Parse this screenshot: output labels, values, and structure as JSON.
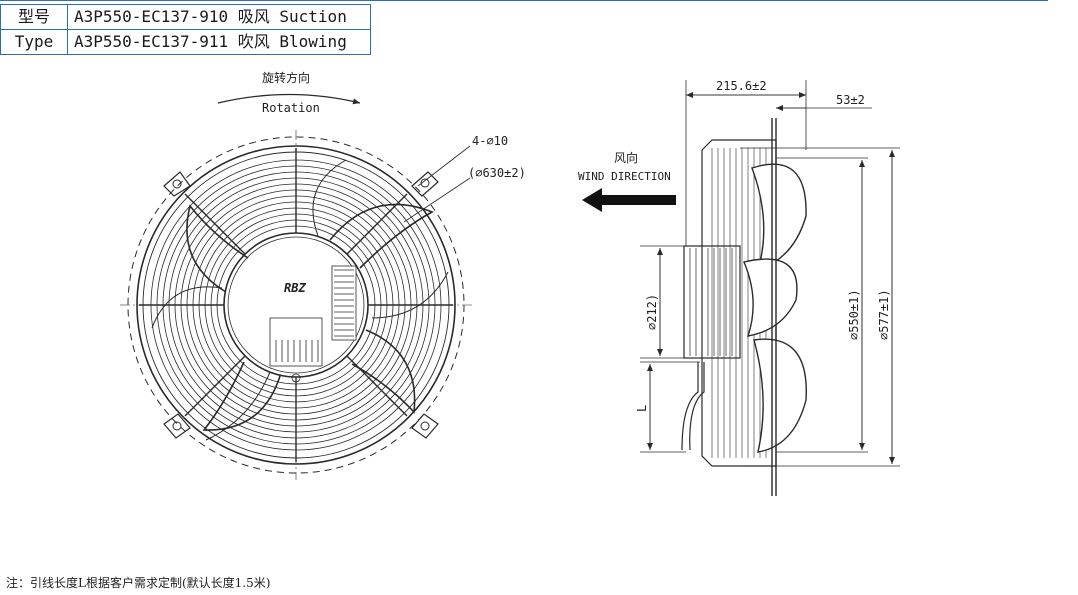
{
  "model_table": {
    "rows": [
      {
        "key": "型号",
        "value": "A3P550-EC137-910 吸风 Suction"
      },
      {
        "key": "Type",
        "value": "A3P550-EC137-911 吹风 Blowing"
      }
    ]
  },
  "front_view": {
    "rotation_cn": "旋转方向",
    "rotation_en": "Rotation",
    "holes_label": "4-∅10",
    "pcd_label": "(∅630±2)",
    "logo_text": "RBZ"
  },
  "side_view": {
    "wind_cn": "风向",
    "wind_en": "WIND DIRECTION",
    "dim_depth": "215.6±2",
    "dim_mount": "53±2",
    "dim_hub": "∅212)",
    "dim_lead": "L",
    "dim_inner": "∅550±1)",
    "dim_outer": "∅577±1)"
  },
  "footnote": "注：引线长度L根据客户需求定制(默认长度1.5米)",
  "colors": {
    "frame_blue": "#2f6fa8",
    "line": "#2a2a2a"
  }
}
